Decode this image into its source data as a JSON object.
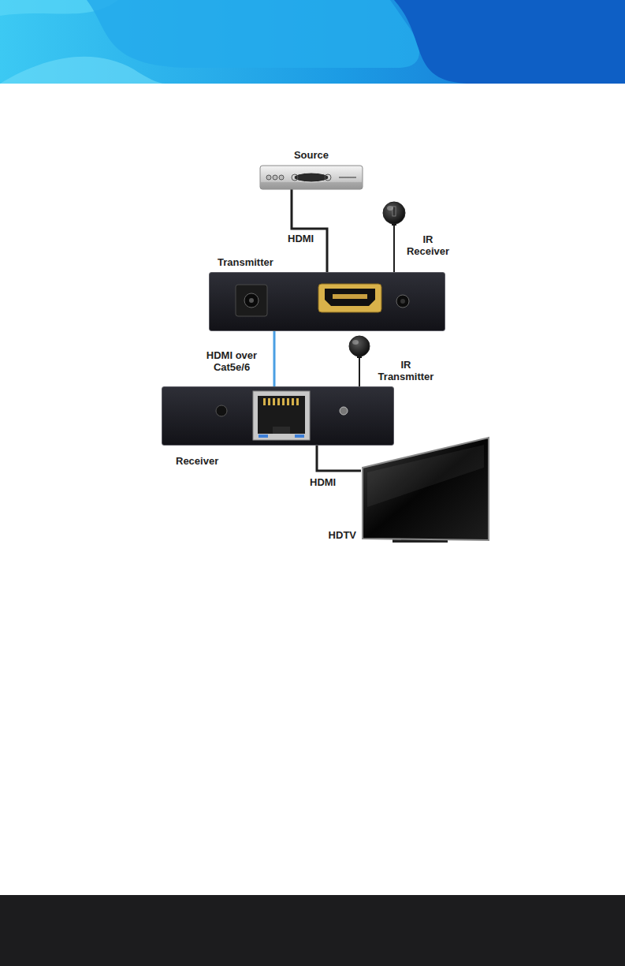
{
  "diagram": {
    "nodes": [
      {
        "text": [
          "Source"
        ]
      },
      {
        "text": [
          "IR Receiver"
        ]
      },
      {
        "text": [
          "Transmitter"
        ]
      },
      {
        "text": [
          "IR Transmitter"
        ]
      },
      {
        "text": [
          "Receiver"
        ]
      },
      {
        "text": [
          "HDTV"
        ]
      }
    ],
    "edges": [
      {
        "from": 0,
        "to": 2,
        "label": "HDMI",
        "arrow": "none"
      },
      {
        "from": 1,
        "to": 2,
        "arrow": "none"
      },
      {
        "from": 2,
        "to": 4,
        "label": "HDMI over Cat5e/6",
        "arrow": "none"
      },
      {
        "from": 3,
        "to": 4,
        "arrow": "none"
      },
      {
        "from": 4,
        "to": 5,
        "label": "HDMI",
        "arrow": "none"
      }
    ]
  }
}
